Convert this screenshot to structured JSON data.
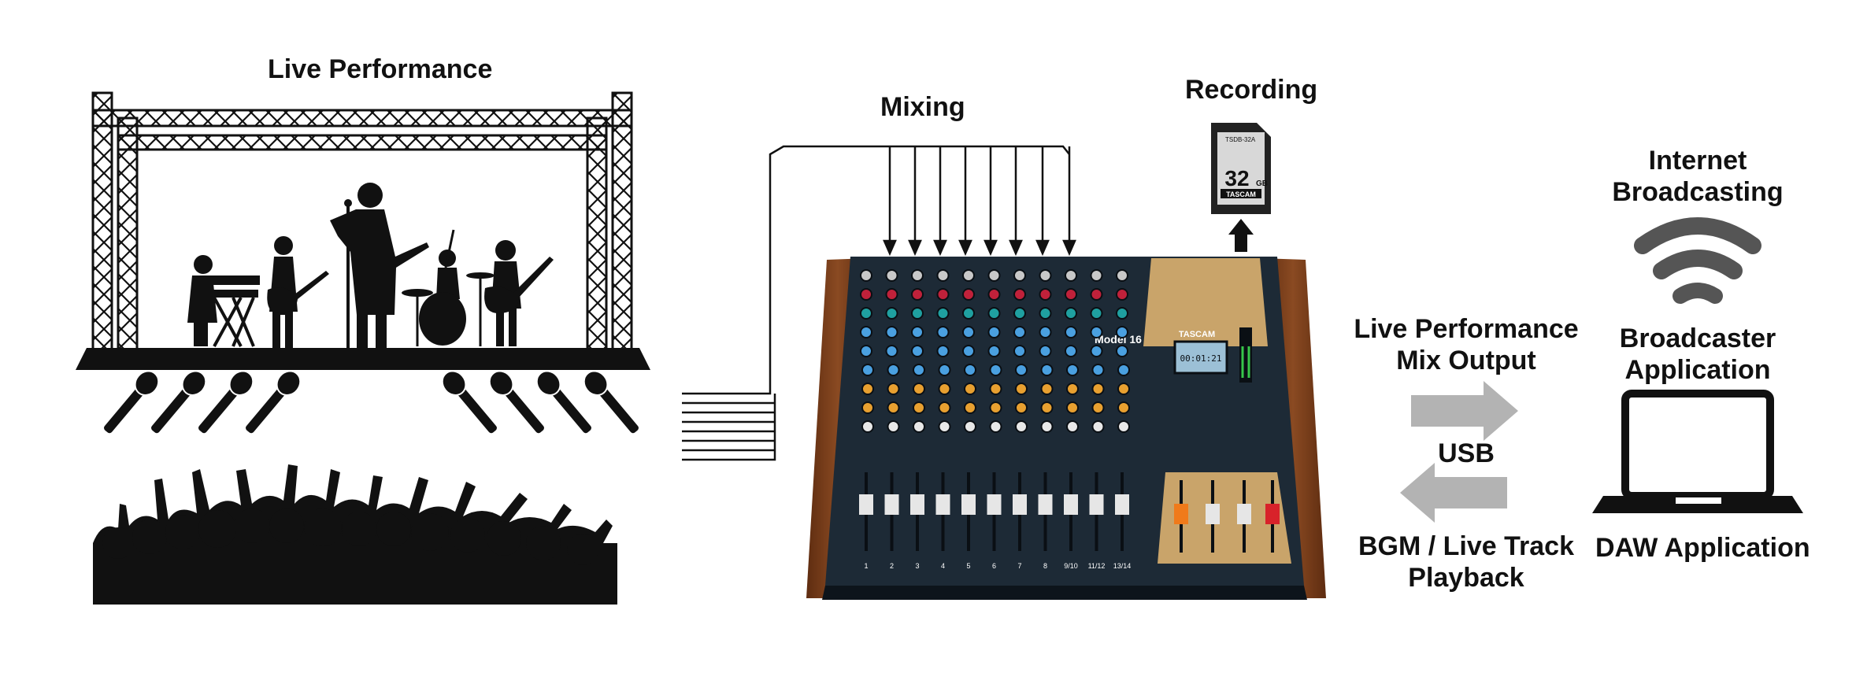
{
  "labels": {
    "live_performance": "Live Performance",
    "mixing": "Mixing",
    "recording": "Recording",
    "internet_broadcasting_line1": "Internet",
    "internet_broadcasting_line2": "Broadcasting",
    "broadcaster_app_line1": "Broadcaster",
    "broadcaster_app_line2": "Application",
    "mix_output_line1": "Live Performance",
    "mix_output_line2": "Mix Output",
    "usb": "USB",
    "bgm_line1": "BGM / Live Track",
    "bgm_line2": "Playback",
    "daw_app": "DAW Application"
  },
  "sd_card": {
    "model": "TSDB-32A",
    "capacity": "32",
    "unit": "GB",
    "brand": "TASCAM"
  },
  "mixer": {
    "brand": "TASCAM",
    "model": "Model 16",
    "display_time": "00:01:21",
    "channel_labels": [
      "1",
      "2",
      "3",
      "4",
      "5",
      "6",
      "7",
      "8",
      "9/10",
      "11/12",
      "13/14"
    ]
  },
  "colors": {
    "silhouette": "#111111",
    "arrow_gray": "#b3b3b3",
    "mixer_panel": "#1d2a36",
    "mixer_wood": "#7a3f1c",
    "master_section": "#c9a46a"
  }
}
